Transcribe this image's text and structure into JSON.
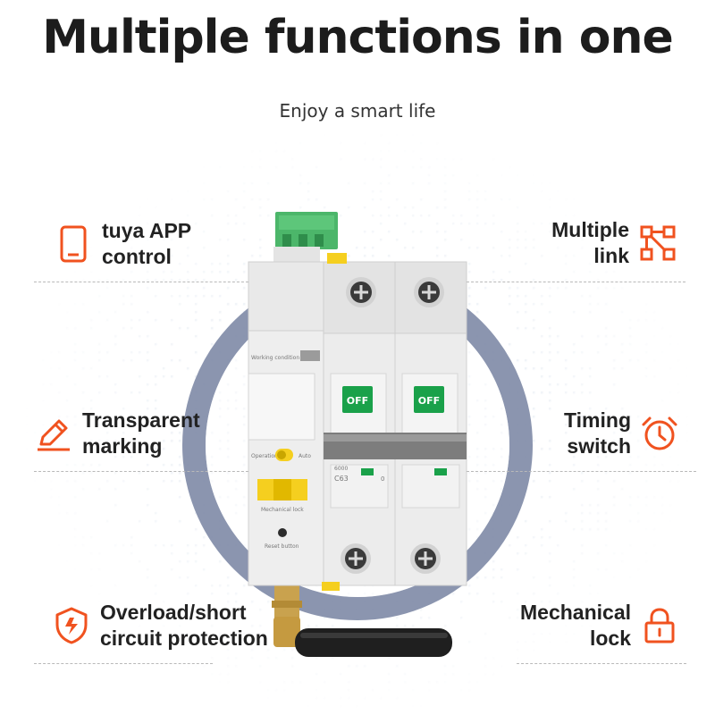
{
  "header": {
    "title": "Multiple functions in one",
    "subtitle": "Enjoy a smart life"
  },
  "colors": {
    "accent": "#f0521f",
    "ring": "#7e8aa6",
    "switch_green": "#1aa14a",
    "module_green": "#4cb66a",
    "knob_yellow": "#f5cf1f"
  },
  "features": {
    "left": [
      {
        "icon": "smartphone-icon",
        "lines": [
          "tuya APP",
          "control"
        ]
      },
      {
        "icon": "pencil-icon",
        "lines": [
          "Transparent",
          "marking"
        ]
      },
      {
        "icon": "shield-icon",
        "lines": [
          "Overload/short",
          "circuit protection"
        ]
      }
    ],
    "right": [
      {
        "icon": "link-nodes-icon",
        "lines": [
          "Multiple",
          "link"
        ]
      },
      {
        "icon": "alarm-clock-icon",
        "lines": [
          "Timing",
          "switch"
        ]
      },
      {
        "icon": "padlock-icon",
        "lines": [
          "Mechanical",
          "lock"
        ]
      }
    ]
  },
  "device": {
    "working_condition": "Working condition",
    "operation": "Operation",
    "auto": "Auto",
    "mechanical_lock": "Mechanical lock",
    "reset_button": "Reset button",
    "switch_label_1": "OFF",
    "switch_label_2": "OFF",
    "rating": "C63",
    "code": "6000",
    "zero": "0"
  }
}
